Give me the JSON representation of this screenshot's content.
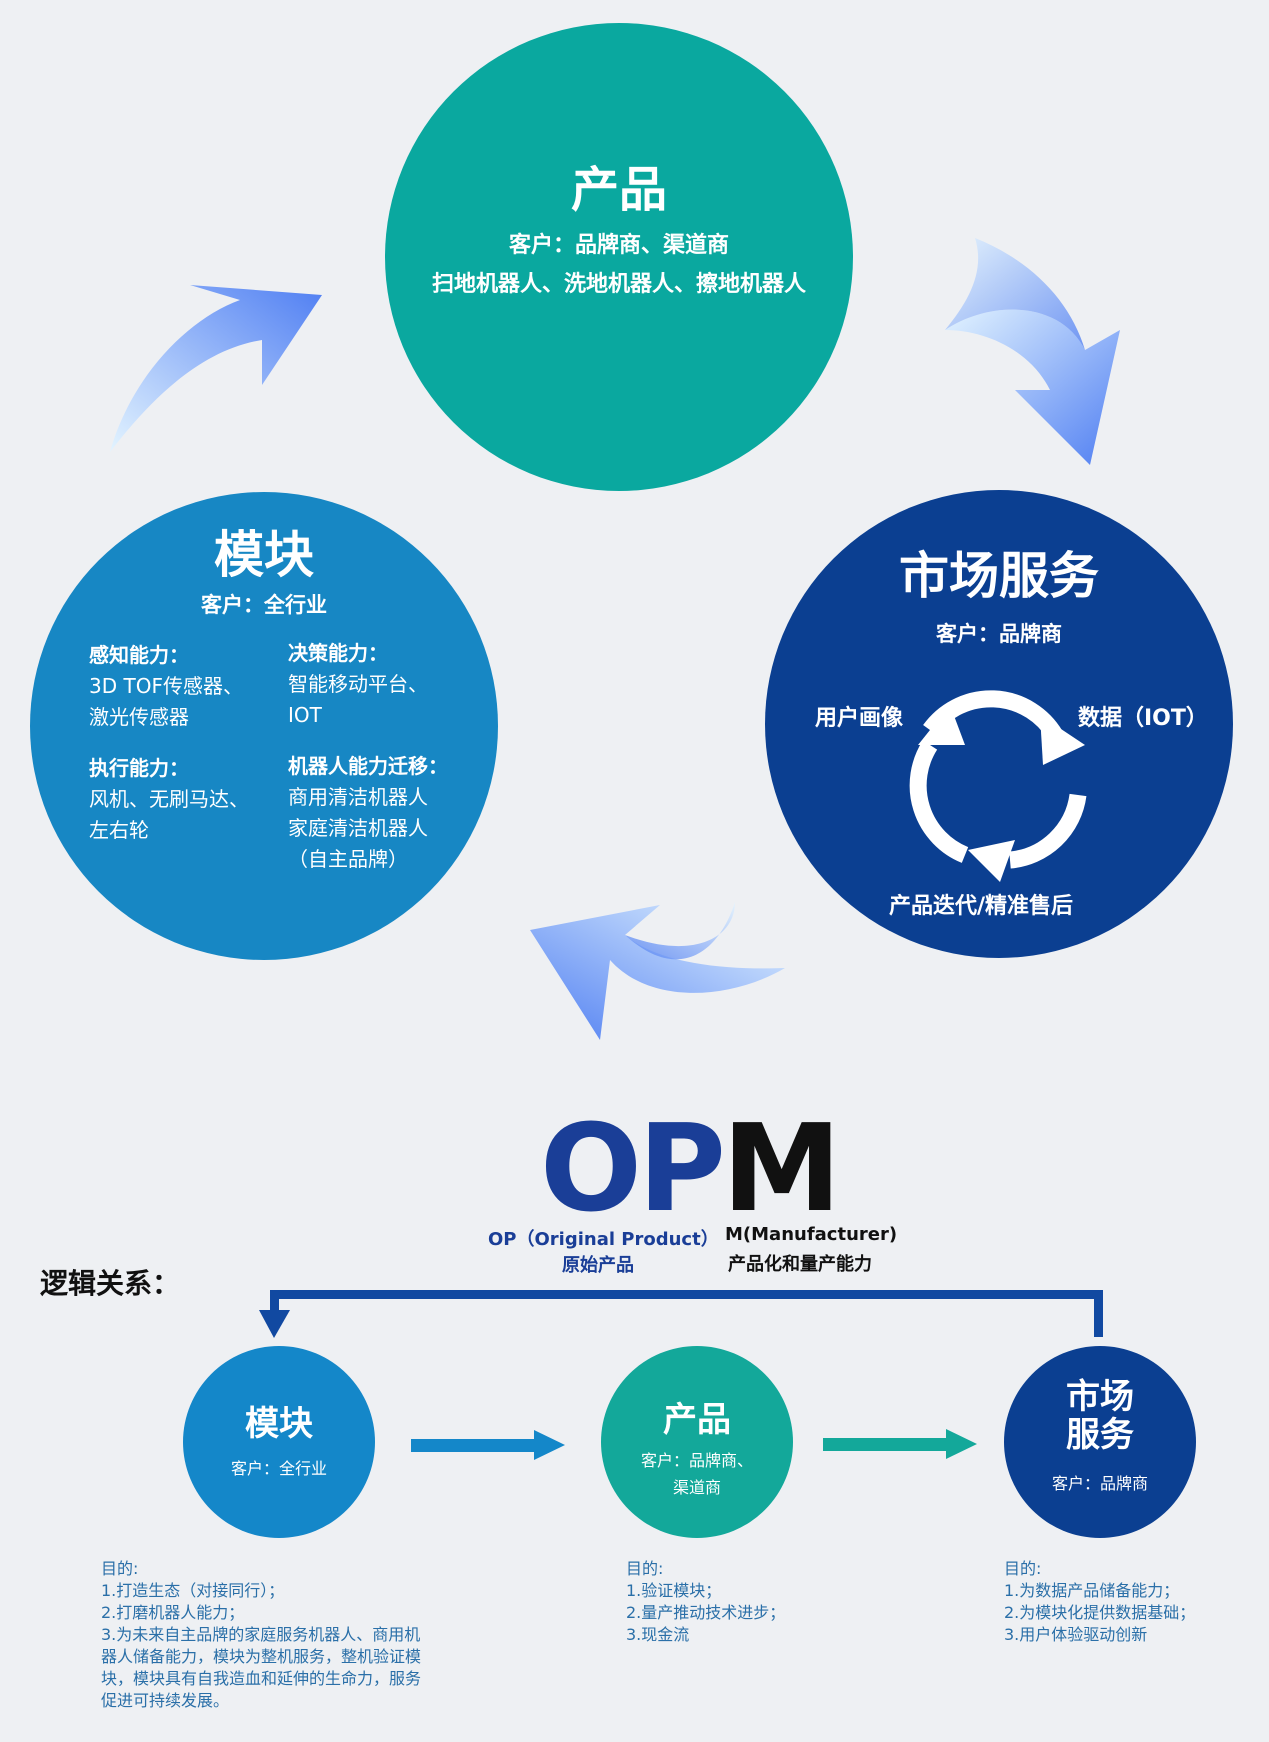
{
  "colors": {
    "background": "#eef0f3",
    "teal": "#0aa89f",
    "mid_blue": "#1787c4",
    "navy": "#0b3f91",
    "opm_blue": "#1a3e97",
    "arrow_light": "#d9f0ff",
    "arrow_dark": "#5a84f0",
    "flow_blue": "#1487c9",
    "flow_teal": "#13a89a",
    "frame_blue": "#1149a1",
    "purpose_text": "#2a6fa8"
  },
  "cycle": {
    "product": {
      "title": "产品",
      "customer": "客户：品牌商、渠道商",
      "products": "扫地机器人、洗地机器人、擦地机器人"
    },
    "module": {
      "title": "模块",
      "customer": "客户：全行业",
      "groups": [
        {
          "heading": "感知能力：",
          "lines": [
            "3D TOF传感器、",
            "激光传感器"
          ]
        },
        {
          "heading": "决策能力：",
          "lines": [
            "智能移动平台、",
            "IOT"
          ]
        },
        {
          "heading": "执行能力：",
          "lines": [
            "风机、无刷马达、",
            "左右轮"
          ]
        },
        {
          "heading": "机器人能力迁移：",
          "lines": [
            "商用清洁机器人",
            "家庭清洁机器人",
            "（自主品牌）"
          ]
        }
      ]
    },
    "market": {
      "title": "市场服务",
      "customer": "客户：品牌商",
      "loop_left": "用户画像",
      "loop_right": "数据（IOT）",
      "loop_bottom": "产品迭代/精准售后"
    }
  },
  "opm": {
    "letters_op": "OP",
    "letter_m": "M",
    "op_caption": "OP（Original Product）",
    "op_sub": "原始产品",
    "m_caption": "M(Manufacturer)",
    "m_sub": "产品化和量产能力"
  },
  "logic": {
    "heading": "逻辑关系：",
    "nodes": [
      {
        "title": "模块",
        "customer": "客户：全行业"
      },
      {
        "title": "产品",
        "customer_line1": "客户：品牌商、",
        "customer_line2": "渠道商"
      },
      {
        "title_line1": "市场",
        "title_line2": "服务",
        "customer": "客户：品牌商"
      }
    ],
    "purposes": [
      {
        "label": "目的:",
        "items": [
          "1.打造生态（对接同行）；",
          "2.打磨机器人能力；",
          "3.为未来自主品牌的家庭服务机器人、商用机",
          "器人储备能力，模块为整机服务，整机验证模",
          "块，模块具有自我造血和延伸的生命力，服务",
          "促进可持续发展。"
        ]
      },
      {
        "label": "目的:",
        "items": [
          "1.验证模块；",
          "2.量产推动技术进步；",
          "3.现金流"
        ]
      },
      {
        "label": "目的:",
        "items": [
          "1.为数据产品储备能力；",
          "2.为模块化提供数据基础；",
          "3.用户体验驱动创新"
        ]
      }
    ]
  }
}
